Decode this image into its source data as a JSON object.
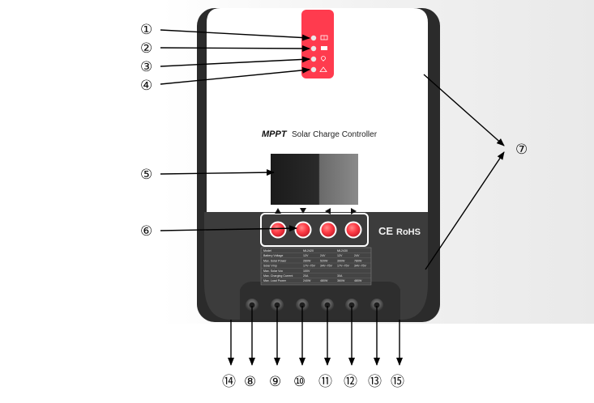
{
  "device": {
    "brand": "MPPT",
    "title": "Solar Charge Controller",
    "certifications": [
      "CE",
      "RoHS"
    ],
    "accent_color": "#ff3b4e",
    "body_color": "#ffffff",
    "base_color": "#3a3a3a",
    "spec_table": [
      [
        "Model",
        "ML2420",
        "ML2430"
      ],
      [
        "Battery Voltage",
        "12V",
        "24V",
        "12V",
        "24V"
      ],
      [
        "Max. Solar Power",
        "260W",
        "520W",
        "390W",
        "780W"
      ],
      [
        "Solar Vmp",
        "17V~75V",
        "34V~75V",
        "17V~75V",
        "34V~75V"
      ],
      [
        "Max. Solar Voc",
        "100V"
      ],
      [
        "Max. Charging Current",
        "20A",
        "30A"
      ],
      [
        "Max. Load Power",
        "240W",
        "480W",
        "360W",
        "480W"
      ]
    ]
  },
  "indicator_icons": [
    "solar-panel-icon",
    "battery-icon",
    "bulb-icon",
    "warning-icon"
  ],
  "button_icons": [
    "up-arrow-icon",
    "down-arrow-icon",
    "left-arrow-icon",
    "right-arrow-icon"
  ],
  "callouts": [
    "①",
    "②",
    "③",
    "④",
    "⑤",
    "⑥",
    "⑦",
    "⑧",
    "⑨",
    "⑩",
    "⑪",
    "⑫",
    "⑬",
    "⑭",
    "⑮"
  ]
}
